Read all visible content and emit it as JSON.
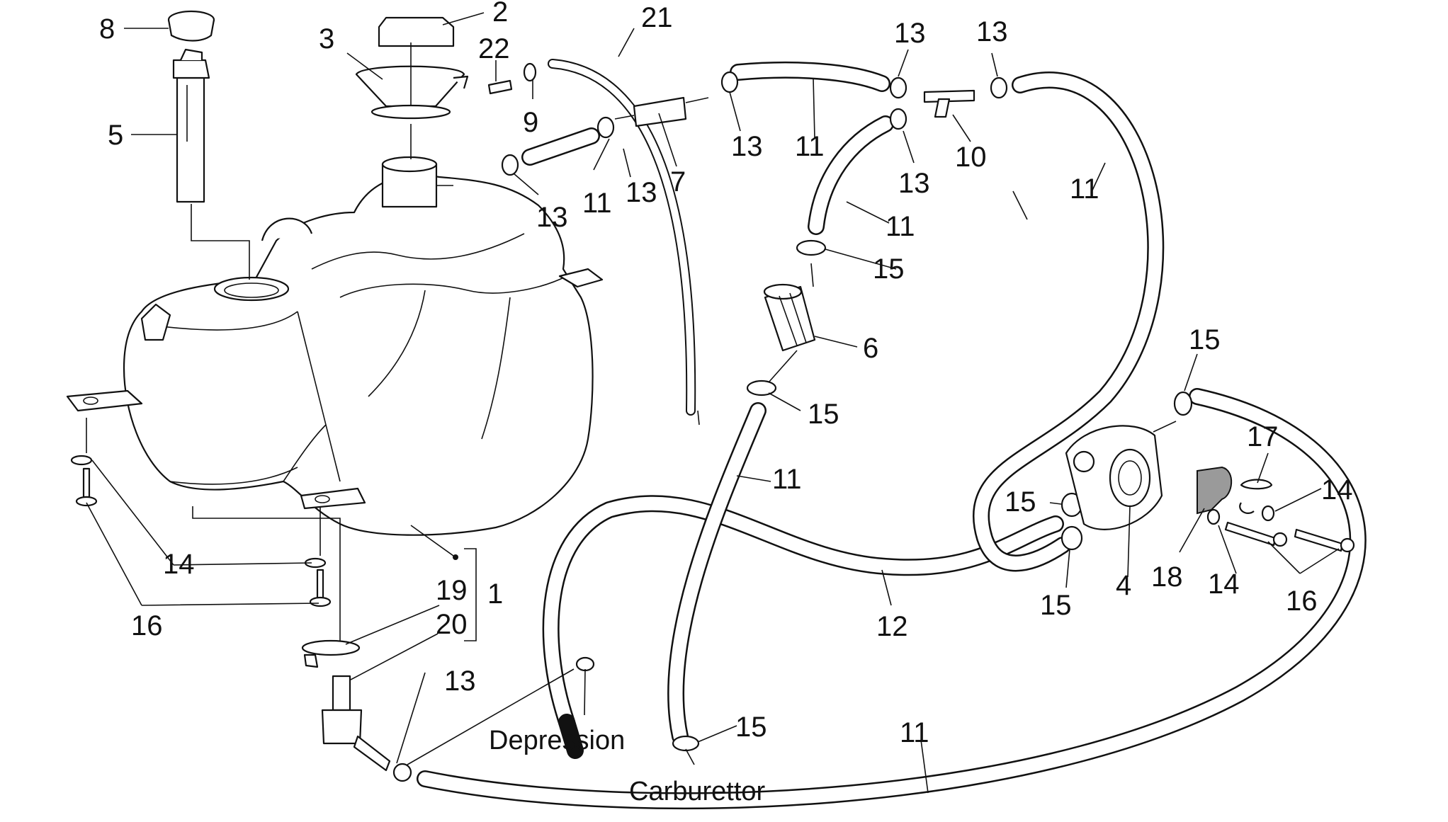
{
  "labels": {
    "l1": "1",
    "l2": "2",
    "l3": "3",
    "l4": "4",
    "l5": "5",
    "l6": "6",
    "l7": "7",
    "l8": "8",
    "l9": "9",
    "l10": "10",
    "l11": "11",
    "l12": "12",
    "l13": "13",
    "l14": "14",
    "l15": "15",
    "l16": "16",
    "l17": "17",
    "l18": "18",
    "l19": "19",
    "l20": "20",
    "l21": "21",
    "l22": "22"
  },
  "words": {
    "depression": "Depression",
    "carburettor": "Carburettor"
  }
}
